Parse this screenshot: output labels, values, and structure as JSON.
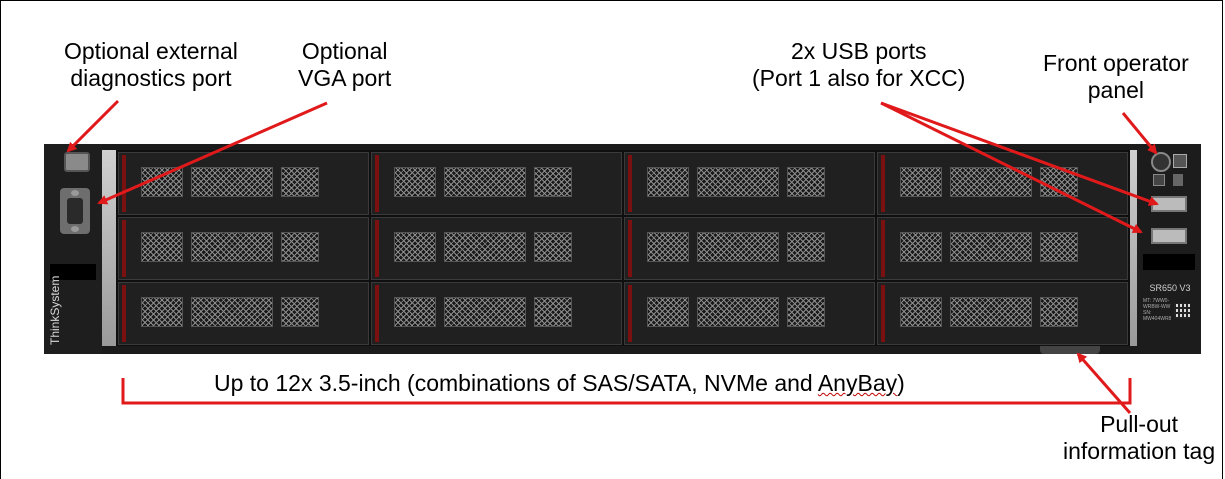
{
  "callouts": {
    "diag_line1": "Optional external",
    "diag_line2": "diagnostics port",
    "vga_line1": "Optional",
    "vga_line2": "VGA port",
    "usb_line1": "2x USB ports",
    "usb_line2": "(Port 1 also for XCC)",
    "panel_line1": "Front operator",
    "panel_line2": "panel",
    "drives_prefix": "Up to 12x 3.5-inch (combinations of SAS/SATA, NVMe and ",
    "drives_anybay": "AnyBay",
    "drives_suffix": ")",
    "tag_line1": "Pull-out",
    "tag_line2": "information tag"
  },
  "server": {
    "vendor_logo": "ThinkSystem",
    "model": "SR650 V3",
    "mt_line1": "MT: 7WW0-",
    "mt_line2": "WRBW-WW",
    "sn_line1": "SN:",
    "sn_line2": "MW404WR8"
  },
  "colors": {
    "arrow": "#e0191b",
    "chassis": "#1b1b1b",
    "drive_latch": "#7a1010"
  }
}
